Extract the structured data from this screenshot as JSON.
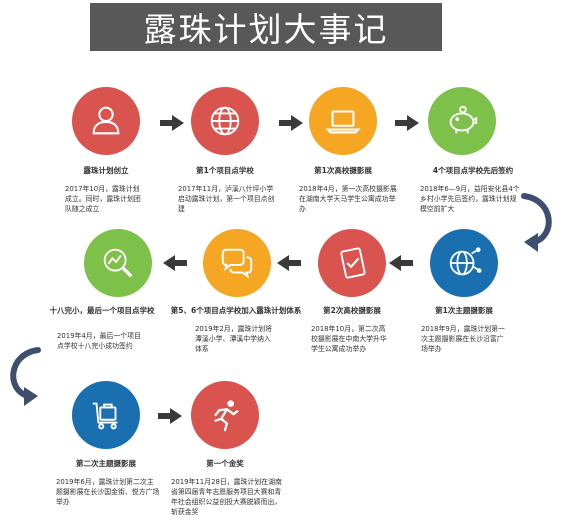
{
  "page_title": "露珠计划大事记",
  "colors": {
    "title_bg": "#585858",
    "red": "#D9534F",
    "orange": "#F5A623",
    "blue": "#1A6FB0",
    "green": "#7DC04A",
    "arrow": "#3A3A3A",
    "curve_arrow": "#3D4E6E"
  },
  "milestones": [
    {
      "title": "露珠计划创立",
      "desc": "2017年10月，露珠计划成立。同时，露珠计划团队随之成立",
      "icon": "person-icon",
      "color": "red"
    },
    {
      "title": "第1个项目点学校",
      "desc": "2017年11月，泸溪八什坪小学启动露珠计划，第一个项目点创建",
      "icon": "globe-icon",
      "color": "red"
    },
    {
      "title": "第1次高校摄影展",
      "desc": "2018年4月，第一次高校摄影展在湖南大学天马学生公寓成功举办",
      "icon": "laptop-icon",
      "color": "orange"
    },
    {
      "title": "4个项目点学校先后签约",
      "desc": "2018年6—9月，益阳安化县4个乡村小学先后签约，露珠计划规模空前扩大",
      "icon": "piggy-bank-icon",
      "color": "green"
    },
    {
      "title": "第1次主题摄影展",
      "desc": "2018年9月，露珠计划第一次主题摄影展在长沙沿富广场举办",
      "icon": "globe-network-icon",
      "color": "blue"
    },
    {
      "title": "第2次高校摄影展",
      "desc": "2018年10月，第二次高校摄影展在中南大学升华学生公寓成功举办",
      "icon": "tablet-icon",
      "color": "red"
    },
    {
      "title": "第5、6个项目点学校加入露珠计划体系",
      "desc": "2019年2月，露珠计划将潭溪小学、潭溪中学纳入体系",
      "icon": "chat-bubbles-icon",
      "color": "orange"
    },
    {
      "title": "十八完小，最后一个项目点学校",
      "desc": "2019年4月，最后一个项目点学校十八完小成功签约",
      "icon": "magnifier-chart-icon",
      "color": "green"
    },
    {
      "title": "第二次主题摄影展",
      "desc": "2019年6月，露珠计划第二次主题摄影展在长沙国金街、悦方广场举办",
      "icon": "luggage-cart-icon",
      "color": "blue"
    },
    {
      "title": "第一个金奖",
      "desc": "2019年11月28日，露珠计划在湖南省第四届青年志愿服务项目大赛和青年社会组织公益创投大赛脱颖而出，斩获金奖",
      "icon": "running-man-icon",
      "color": "red"
    }
  ]
}
